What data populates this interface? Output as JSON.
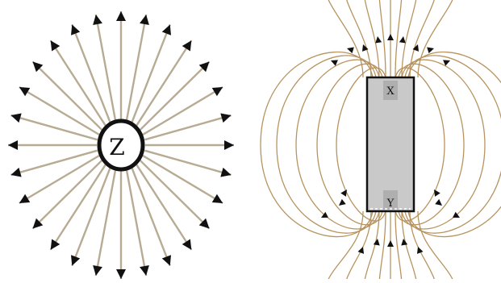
{
  "diagram": {
    "left": {
      "center_label": "Z",
      "ray_count": 28,
      "line_color": "#b8ab93",
      "arrow_color": "#111111"
    },
    "right": {
      "top_label": "X",
      "bottom_label": "Y",
      "magnet_fill": "#c9c9c9",
      "magnet_inner_fill": "#bdbdbd",
      "field_line_color": "#b7945f",
      "arrow_color": "#111111"
    }
  }
}
